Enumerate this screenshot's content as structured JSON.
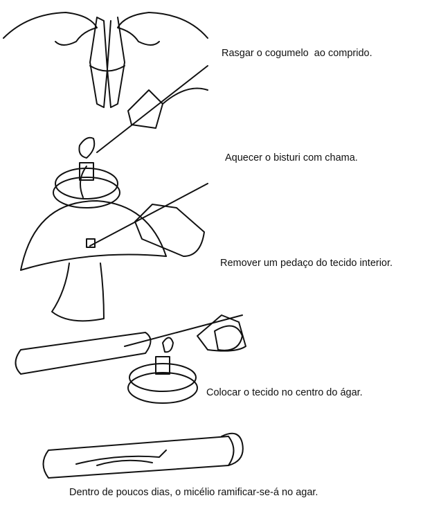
{
  "steps": [
    {
      "caption": "Rasgar o cogumelo  ao comprido."
    },
    {
      "caption": "Aquecer o bisturi com chama."
    },
    {
      "caption": "Remover um pedaço do tecido interior."
    },
    {
      "caption": "Colocar o tecido no centro do ágar."
    },
    {
      "caption": "Dentro de poucos dias, o micélio ramificar-se-á no agar."
    }
  ]
}
